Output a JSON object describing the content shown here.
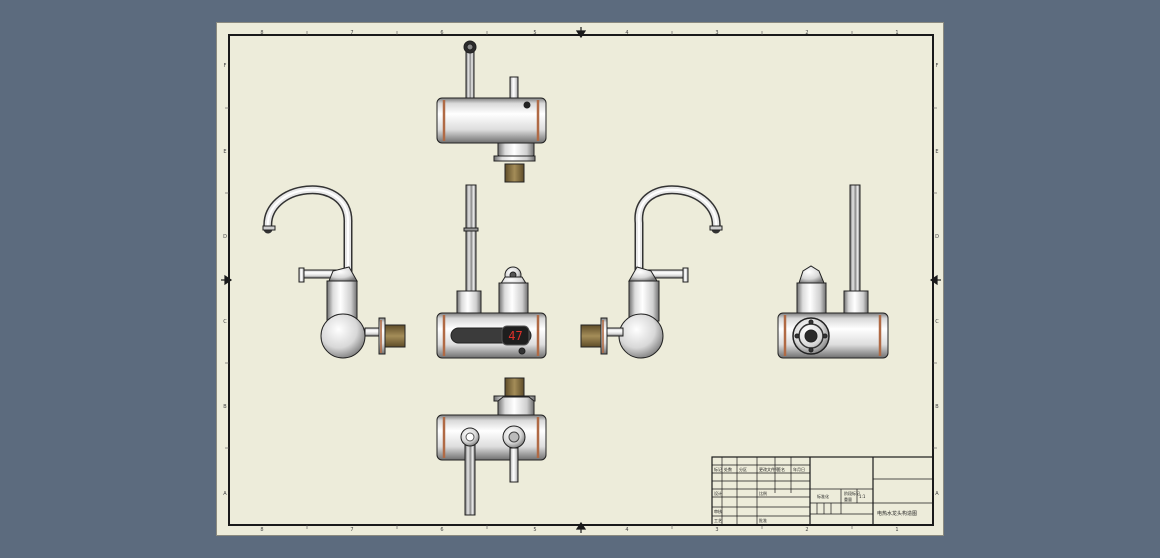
{
  "sheet": {
    "border_columns_top": [
      "8",
      "7",
      "6",
      "5",
      "4",
      "3",
      "2",
      "1"
    ],
    "border_columns_bottom": [
      "8",
      "7",
      "6",
      "5",
      "4",
      "3",
      "2",
      "1"
    ],
    "border_rows_left": [
      "F",
      "E",
      "D",
      "C",
      "B",
      "A"
    ],
    "border_rows_right": [
      "F",
      "E",
      "D",
      "C",
      "B",
      "A"
    ]
  },
  "display": {
    "digits": "47"
  },
  "title_block": {
    "drawing_title": "电热水龙头构造图",
    "cells": [
      "标准化",
      "阶段标记",
      "重量",
      "比例",
      "1:1",
      "标记",
      "处数",
      "分区",
      "更改文件号",
      "签名",
      "年月日",
      "设计",
      "审核",
      "工艺",
      "批准"
    ]
  },
  "colors": {
    "background": "#5c6b7e",
    "sheet": "#edecda",
    "frame": "#1a1a1a",
    "copper_band": "#b06a45",
    "brass_inlet": "#8a7448",
    "display_panel": "#3b3b3b",
    "display_digits": "#e0302a"
  }
}
